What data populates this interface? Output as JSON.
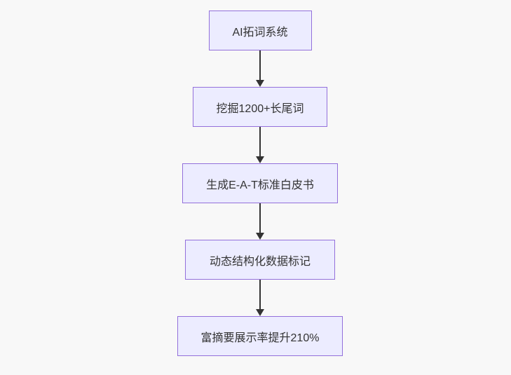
{
  "diagram": {
    "type": "flowchart",
    "direction": "top-to-bottom",
    "nodes": [
      {
        "id": "step-1",
        "label": "AI拓词系统"
      },
      {
        "id": "step-2",
        "label": "挖掘1200+长尾词"
      },
      {
        "id": "step-3",
        "label": "生成E-A-T标准白皮书"
      },
      {
        "id": "step-4",
        "label": "动态结构化数据标记"
      },
      {
        "id": "step-5",
        "label": "富摘要展示率提升210%"
      }
    ],
    "edges": [
      {
        "from": "step-1",
        "to": "step-2",
        "style": "arrow"
      },
      {
        "from": "step-2",
        "to": "step-3",
        "style": "arrow"
      },
      {
        "from": "step-3",
        "to": "step-4",
        "style": "arrow"
      },
      {
        "from": "step-4",
        "to": "step-5",
        "style": "arrow"
      }
    ],
    "colors": {
      "node_fill": "#ececff",
      "node_border": "#9370db",
      "arrow": "#333333",
      "text": "#333333",
      "background": "#f8f8f8"
    }
  }
}
